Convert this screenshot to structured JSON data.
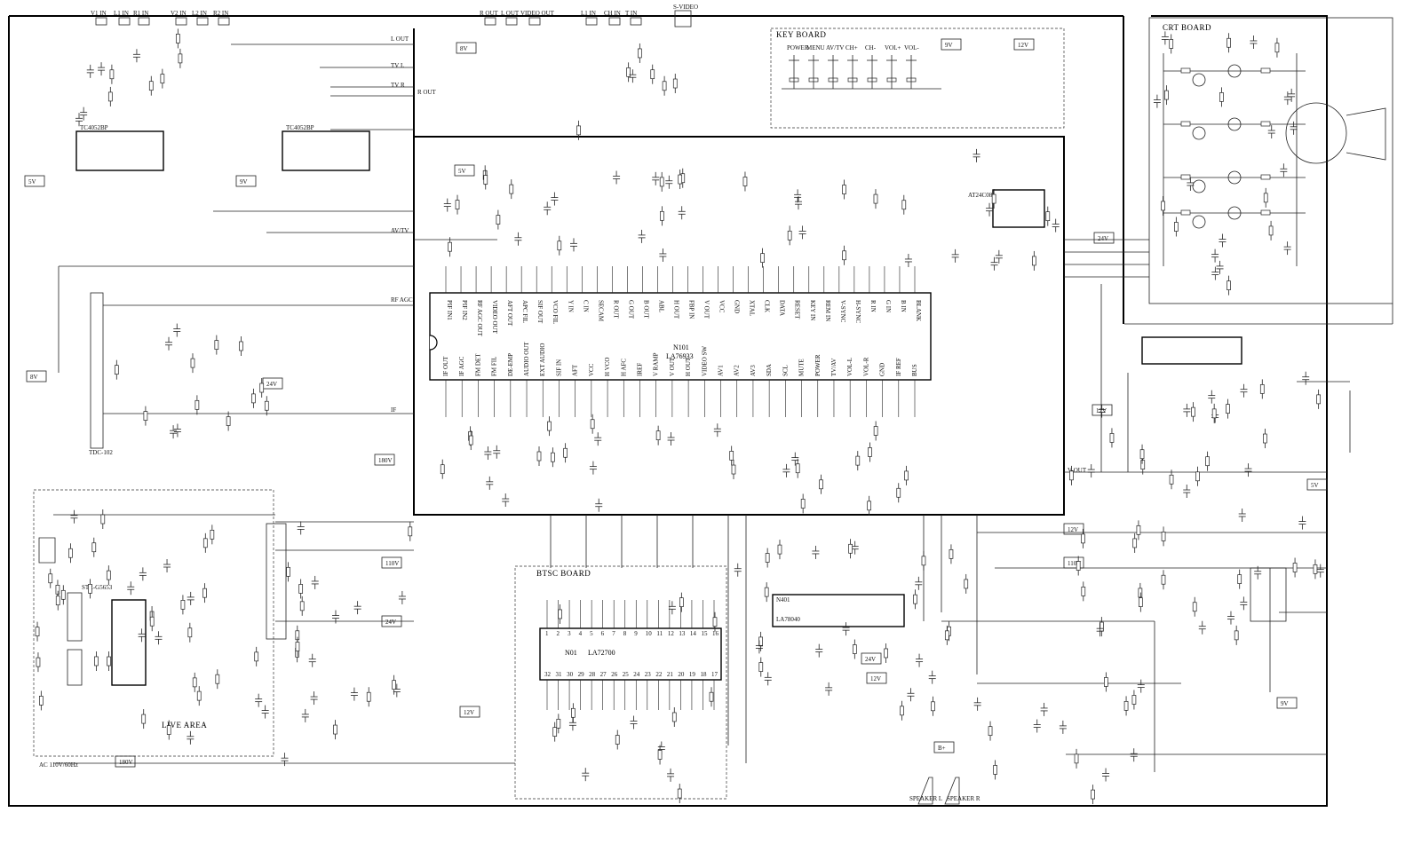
{
  "labels": {
    "keyboard": "KEY BOARD",
    "crt_board": "CRT BOARD",
    "btsc_board": "BTSC BOARD",
    "live_area": "LIVE AREA",
    "main_ic_ref": "N101",
    "main_ic_part": "LA76933",
    "btsc_ic_ref": "N01",
    "btsc_ic_part": "LA72700",
    "vert_ic_ref": "N401",
    "vert_ic_part": "LA78040",
    "av_switch_left": "TC4052BP",
    "av_switch_right": "TC4052BP",
    "eeprom": "AT24C08",
    "tuner": "TDC-102",
    "power_ic": "STR-G5653",
    "av_out_jacks": [
      "V1 IN",
      "L1 IN",
      "R1 IN",
      "V2 IN",
      "L2 IN",
      "R2 IN"
    ],
    "top_jacks": [
      "R OUT",
      "L OUT",
      "VIDEO OUT",
      "S-VIDEO",
      "L1 IN",
      "CH IN",
      "T IN"
    ],
    "right_lines": [
      "L OUT",
      "TV L",
      "TV R",
      "R OUT",
      "RF AGC",
      "AV/TV",
      "IF",
      "V-OUT"
    ],
    "supply_tags": [
      "8V",
      "5V",
      "9V",
      "12V",
      "24V",
      "110V",
      "180V",
      "B+"
    ],
    "switch_labels": [
      "POWER",
      "MENU",
      "AV/TV",
      "CH+",
      "CH-",
      "VOL+",
      "VOL-"
    ],
    "speakers": [
      "SPEAKER L",
      "SPEAKER R"
    ],
    "power_in": "AC 110V/60Hz"
  },
  "n101_top_pins": [
    "PIF IN1",
    "PIF IN2",
    "RF AGC OUT",
    "VIDEO OUT",
    "AFT OUT",
    "APC FIL",
    "SIF OUT",
    "VCO FIL",
    "Y IN",
    "C IN",
    "SECAM",
    "R OUT",
    "G OUT",
    "B OUT",
    "ABL",
    "H OUT",
    "FBP IN",
    "V OUT",
    "VCC",
    "GND",
    "XTAL",
    "CLK",
    "DATA",
    "RESET",
    "KEY IN",
    "REM IN",
    "V-SYNC",
    "H-SYNC",
    "R IN",
    "G IN",
    "B IN",
    "BLANK"
  ],
  "n101_bottom_pins": [
    "IF OUT",
    "IF AGC",
    "FM DET",
    "FM FIL",
    "DE-EMP",
    "AUDIO OUT",
    "EXT AUDIO",
    "SIF IN",
    "AFT",
    "VCC",
    "H VCO",
    "H AFC",
    "IREF",
    "V RAMP",
    "V OUT",
    "H OUT",
    "VIDEO SW",
    "AV1",
    "AV2",
    "AV3",
    "SDA",
    "SCL",
    "MUTE",
    "POWER",
    "TV/AV",
    "VOL-L",
    "VOL-R",
    "GND",
    "IF REF",
    "BUS"
  ],
  "btsc_top_pins": [
    "1",
    "2",
    "3",
    "4",
    "5",
    "6",
    "7",
    "8",
    "9",
    "10",
    "11",
    "12",
    "13",
    "14",
    "15",
    "16"
  ],
  "btsc_bottom_pins": [
    "32",
    "31",
    "30",
    "29",
    "28",
    "27",
    "26",
    "25",
    "24",
    "23",
    "22",
    "21",
    "20",
    "19",
    "18",
    "17"
  ]
}
